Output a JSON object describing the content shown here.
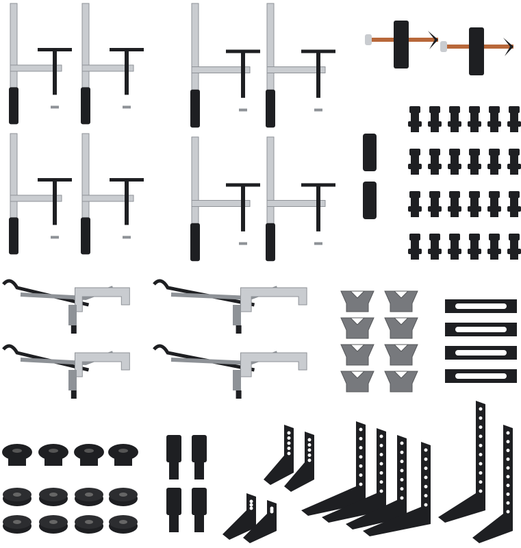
{
  "colors": {
    "background": "#ffffff",
    "steel": "#c9ccd0",
    "steel_dark": "#8e9297",
    "black_part": "#1e1f22",
    "copper": "#b8683a"
  },
  "items": [
    {
      "icon": "bar-clamp-icon",
      "count": 8
    },
    {
      "icon": "screw-stop-icon",
      "count": 2
    },
    {
      "icon": "bolt-icon",
      "count": 24
    },
    {
      "icon": "pin-icon",
      "count": 2
    },
    {
      "icon": "locking-clamp-icon",
      "count": 4
    },
    {
      "icon": "v-block-icon",
      "count": 8
    },
    {
      "icon": "slotted-plate-icon",
      "count": 4
    },
    {
      "icon": "washer-icon",
      "count": 12
    },
    {
      "icon": "stop-pin-icon",
      "count": 4
    },
    {
      "icon": "angle-bracket-icon",
      "count": 10
    }
  ]
}
